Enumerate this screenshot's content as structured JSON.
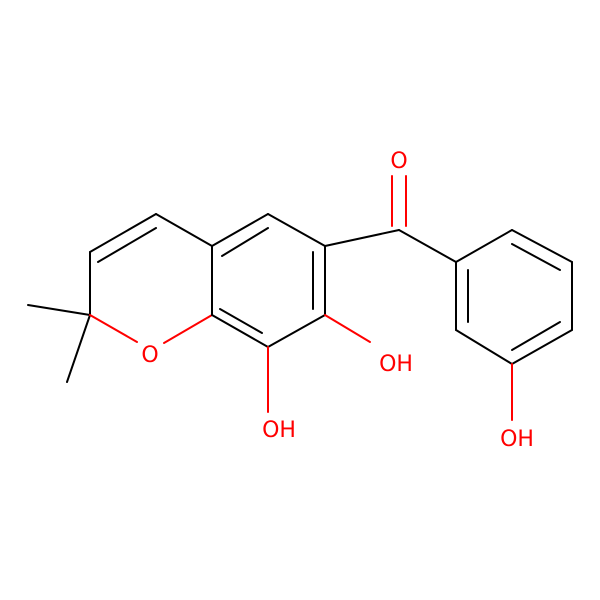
{
  "colors": {
    "background": "#ffffff",
    "carbon_bond": "#000000",
    "oxygen": "#ff0000"
  },
  "atoms": {
    "carbonyl_oxygen": {
      "label": "O"
    },
    "ring_oxygen": {
      "label": "O"
    },
    "hydroxyl_7": {
      "label": "OH"
    },
    "hydroxyl_8": {
      "label": "OH"
    },
    "hydroxyl_phenyl": {
      "label": "OH"
    }
  }
}
